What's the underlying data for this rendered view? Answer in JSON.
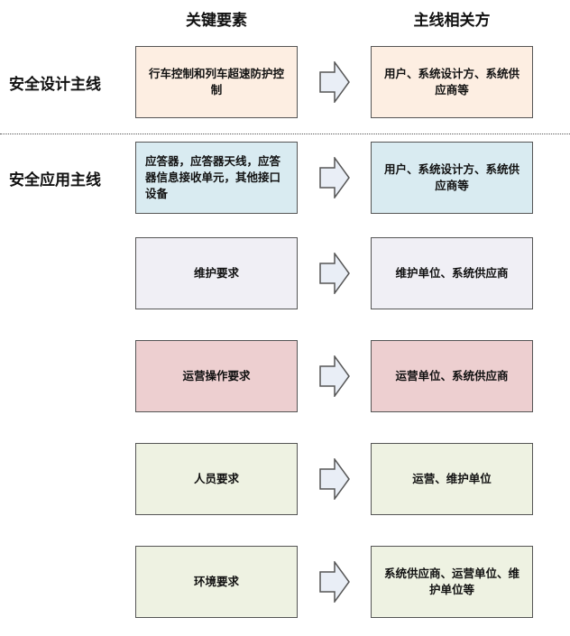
{
  "headers": {
    "left": "关键要素",
    "right": "主线相关方"
  },
  "sections": [
    {
      "label": "安全设计主线"
    },
    {
      "label": "安全应用主线"
    }
  ],
  "rows": [
    {
      "element": "行车控制和列车超速防护控制",
      "party": "用户、系统设计方、系统供应商等",
      "color": "#fdeee2"
    },
    {
      "element": "应答器，应答器天线，应答器信息接收单元，其他接口设备",
      "party": "用户、系统设计方、系统供应商等",
      "color": "#d9ebf1"
    },
    {
      "element": "维护要求",
      "party": "维护单位、系统供应商",
      "color": "#f0eff5"
    },
    {
      "element": "运营操作要求",
      "party": "运营单位、系统供应商",
      "color": "#edcfd0"
    },
    {
      "element": "人员要求",
      "party": "运营、维护单位",
      "color": "#eef2e2"
    },
    {
      "element": "环境要求",
      "party": "系统供应商、运营单位、维护单位等",
      "color": "#eef2e2"
    }
  ]
}
